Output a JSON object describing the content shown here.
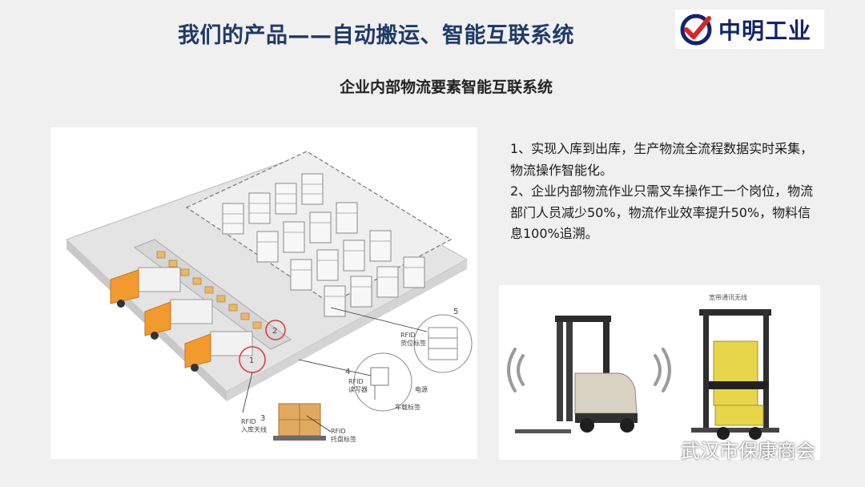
{
  "header": {
    "title": "我们的产品——自动搬运、智能互联系统",
    "logo_text": "中明工业"
  },
  "subtitle": "企业内部物流要素智能互联系统",
  "description": {
    "point1": "1、实现入库到出库，生产物流全流程数据实时采集，物流操作智能化。",
    "point2": "2、企业内部物流作业只需叉车操作工一个岗位，物流部门人员减少50%，物流作业效率提升50%，物料信息100%追溯。"
  },
  "warehouse_labels": {
    "label_rfid_beacon": "RFID\n货位标签",
    "label_rfid_reader": "RFID\n读写器",
    "label_power": "电源",
    "label_vehicle_tag": "车载标签",
    "label_rfid_antenna": "RFID\n入库天线",
    "label_rfid_pallet": "RFID\n托盘标签"
  },
  "forklift_caption": "宽带通讯无线",
  "watermark": "武汉市保康商会"
}
